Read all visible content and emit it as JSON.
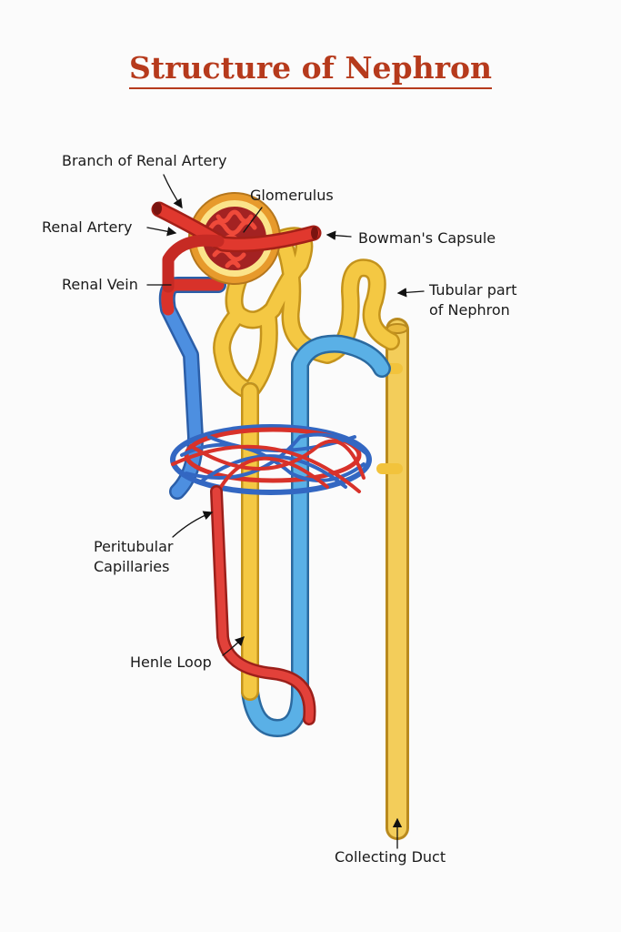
{
  "title": "Structure of Nephron",
  "labels": {
    "branch_renal_artery": "Branch of Renal Artery",
    "glomerulus": "Glomerulus",
    "renal_artery": "Renal Artery",
    "bowmans_capsule": "Bowman's Capsule",
    "renal_vein": "Renal Vein",
    "tubular_part_1": "Tubular part",
    "tubular_part_2": "of Nephron",
    "peritubular_1": "Peritubular",
    "peritubular_2": "Capillaries",
    "henle_loop": "Henle Loop",
    "collecting_duct": "Collecting Duct"
  },
  "colors": {
    "artery": "#d8322a",
    "vein": "#3f7fcf",
    "tubule": "#f2c33c",
    "title": "#b63a1c"
  }
}
